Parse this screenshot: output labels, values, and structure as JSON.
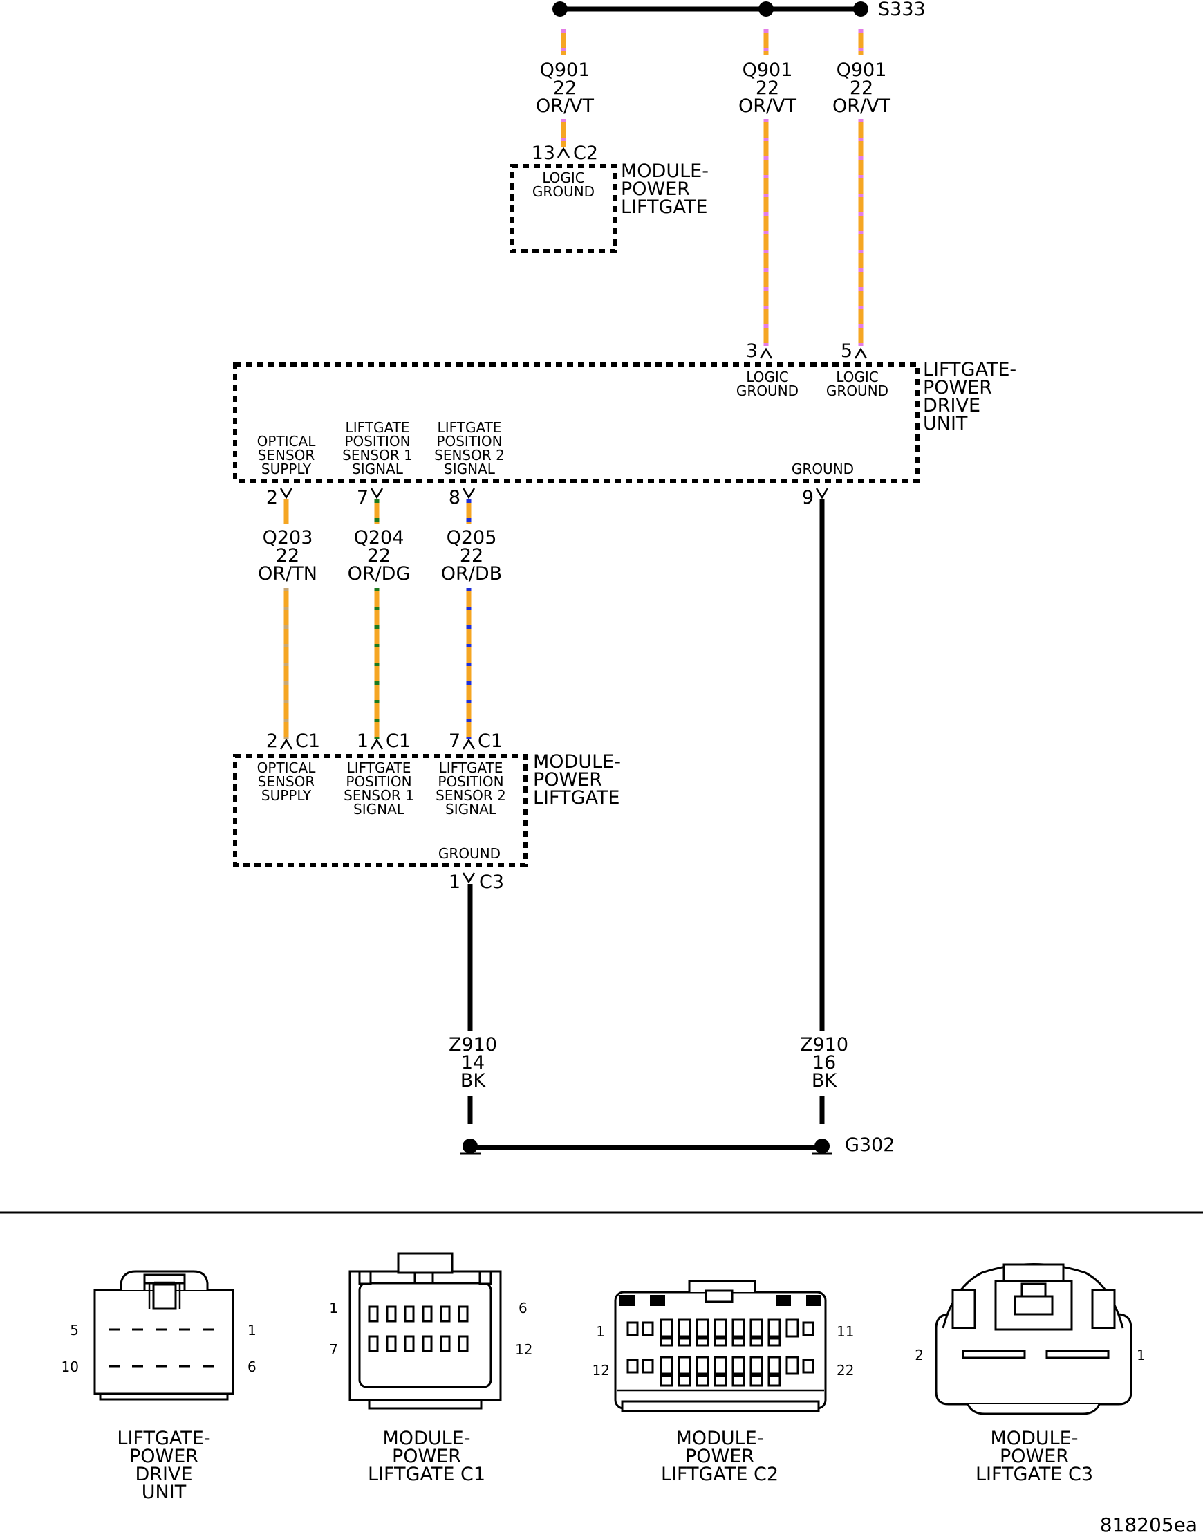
{
  "splice": {
    "label": "S333"
  },
  "ground_point": {
    "label": "G302"
  },
  "wires": {
    "q901_a": {
      "circuit": "Q901",
      "gauge": "22",
      "color": "OR/VT"
    },
    "q901_b": {
      "circuit": "Q901",
      "gauge": "22",
      "color": "OR/VT"
    },
    "q901_c": {
      "circuit": "Q901",
      "gauge": "22",
      "color": "OR/VT"
    },
    "q203": {
      "circuit": "Q203",
      "gauge": "22",
      "color": "OR/TN"
    },
    "q204": {
      "circuit": "Q204",
      "gauge": "22",
      "color": "OR/DG"
    },
    "q205": {
      "circuit": "Q205",
      "gauge": "22",
      "color": "OR/DB"
    },
    "z910_a": {
      "circuit": "Z910",
      "gauge": "14",
      "color": "BK"
    },
    "z910_b": {
      "circuit": "Z910",
      "gauge": "16",
      "color": "BK"
    }
  },
  "module_c2": {
    "title": [
      "MODULE-",
      "POWER",
      "LIFTGATE"
    ],
    "pin": "13",
    "connector": "C2",
    "pin_label": [
      "LOGIC",
      "GROUND"
    ]
  },
  "drive_unit": {
    "title": [
      "LIFTGATE-",
      "POWER",
      "DRIVE",
      "UNIT"
    ],
    "pins": {
      "p3": {
        "num": "3",
        "label": [
          "LOGIC",
          "GROUND"
        ]
      },
      "p5": {
        "num": "5",
        "label": [
          "LOGIC",
          "GROUND"
        ]
      },
      "p2": {
        "num": "2",
        "label": [
          "OPTICAL",
          "SENSOR",
          "SUPPLY"
        ]
      },
      "p7": {
        "num": "7",
        "label": [
          "LIFTGATE",
          "POSITION",
          "SENSOR 1",
          "SIGNAL"
        ]
      },
      "p8": {
        "num": "8",
        "label": [
          "LIFTGATE",
          "POSITION",
          "SENSOR 2",
          "SIGNAL"
        ]
      },
      "p9": {
        "num": "9",
        "label": [
          "GROUND"
        ]
      }
    }
  },
  "module_c1": {
    "title": [
      "MODULE-",
      "POWER",
      "LIFTGATE"
    ],
    "pins": {
      "p2": {
        "num": "2",
        "conn": "C1",
        "label": [
          "OPTICAL",
          "SENSOR",
          "SUPPLY"
        ]
      },
      "p1": {
        "num": "1",
        "conn": "C1",
        "label": [
          "LIFTGATE",
          "POSITION",
          "SENSOR 1",
          "SIGNAL"
        ]
      },
      "p7": {
        "num": "7",
        "conn": "C1",
        "label": [
          "LIFTGATE",
          "POSITION",
          "SENSOR 2",
          "SIGNAL"
        ]
      },
      "g1": {
        "num": "1",
        "conn": "C3",
        "label": [
          "GROUND"
        ]
      }
    }
  },
  "connector_views": [
    {
      "title": [
        "LIFTGATE-",
        "POWER",
        "DRIVE",
        "UNIT"
      ],
      "pins": {
        "top_left": "5",
        "top_right": "1",
        "bottom_left": "10",
        "bottom_right": "6"
      }
    },
    {
      "title": [
        "MODULE-",
        "POWER",
        "LIFTGATE C1"
      ],
      "pins": {
        "top_left": "1",
        "top_right": "6",
        "bottom_left": "7",
        "bottom_right": "12"
      }
    },
    {
      "title": [
        "MODULE-",
        "POWER",
        "LIFTGATE C2"
      ],
      "pins": {
        "top_left": "1",
        "top_right": "11",
        "bottom_left": "12",
        "bottom_right": "22"
      }
    },
    {
      "title": [
        "MODULE-",
        "POWER",
        "LIFTGATE C3"
      ],
      "pins": {
        "left": "2",
        "right": "1"
      }
    }
  ],
  "figure_id": "818205ea",
  "colors": {
    "orange": "#f5a623",
    "violet": "#e27de6",
    "tan": "#c8a876",
    "dark_green": "#1d7a1d",
    "dark_blue": "#1f2fd6",
    "black": "#000000"
  }
}
